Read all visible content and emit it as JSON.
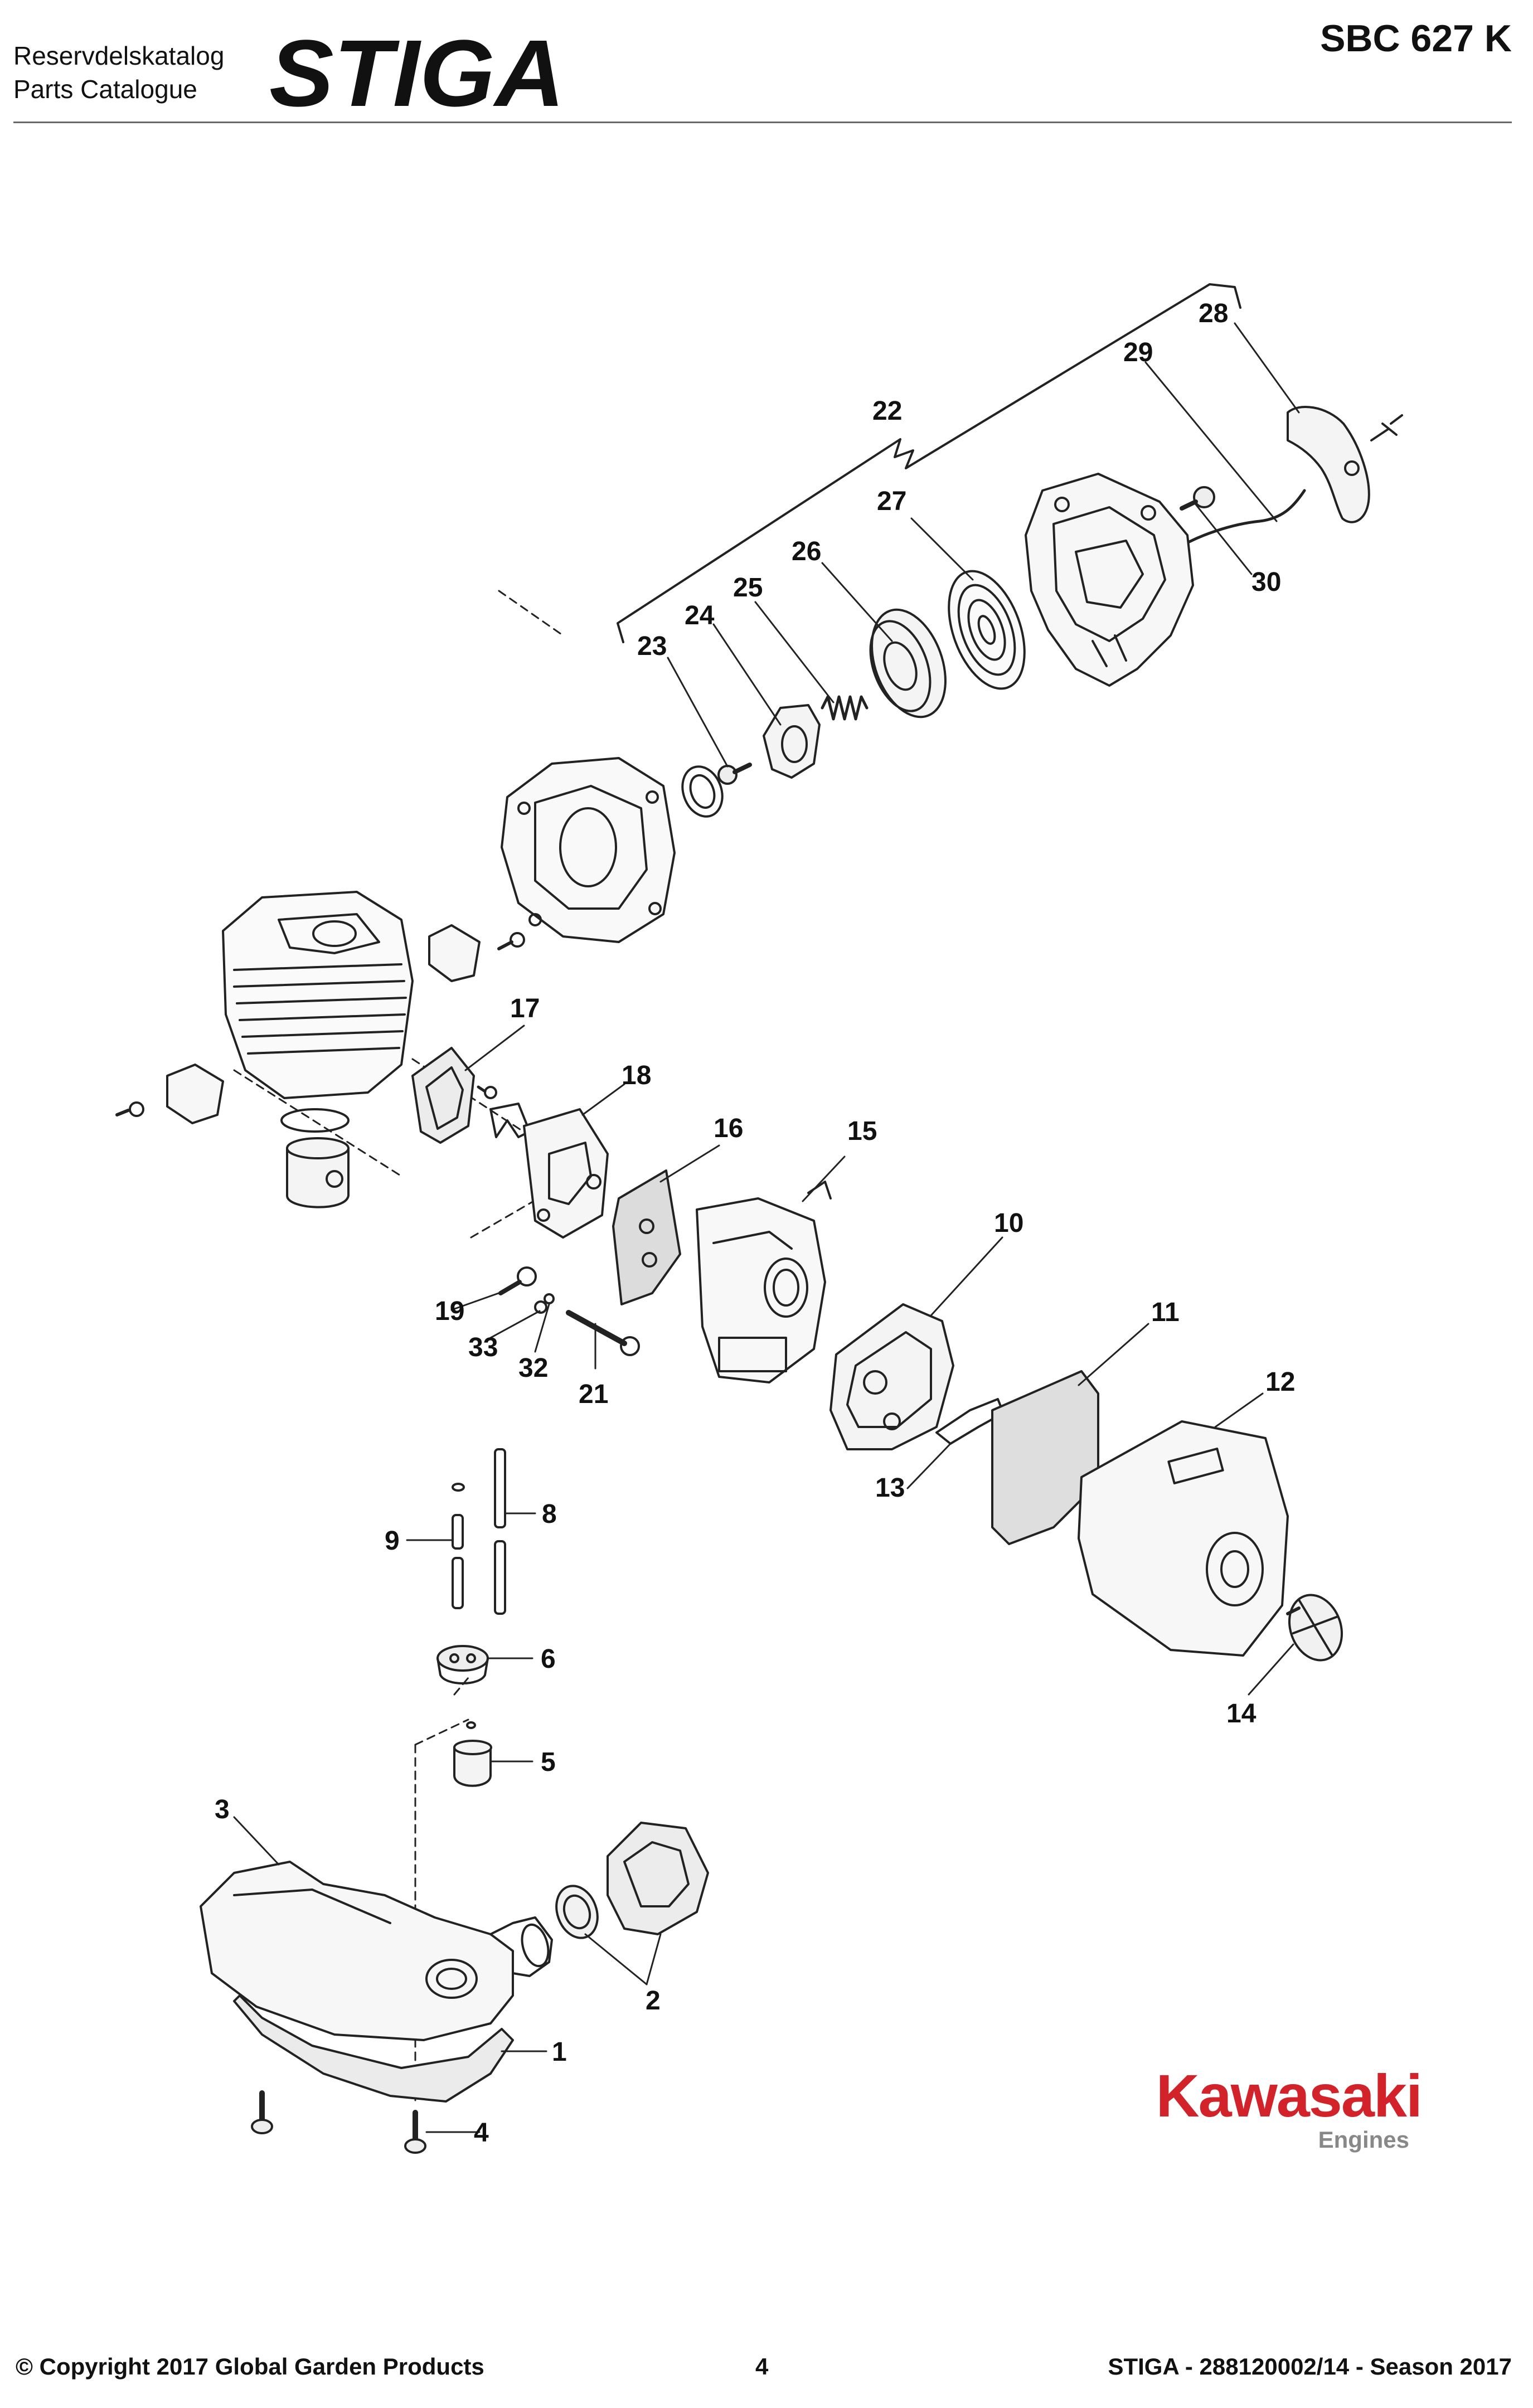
{
  "header": {
    "title_line1": "Reservdelskatalog",
    "title_line2": "Parts Catalogue",
    "brand": "STIGA",
    "model": "SBC 627 K"
  },
  "callouts": {
    "c1": "1",
    "c2": "2",
    "c3": "3",
    "c4": "4",
    "c5": "5",
    "c6": "6",
    "c8": "8",
    "c9": "9",
    "c10": "10",
    "c11": "11",
    "c12": "12",
    "c13": "13",
    "c14": "14",
    "c15": "15",
    "c16": "16",
    "c17": "17",
    "c18": "18",
    "c19": "19",
    "c21": "21",
    "c22": "22",
    "c23": "23",
    "c24": "24",
    "c25": "25",
    "c26": "26",
    "c27": "27",
    "c28": "28",
    "c29": "29",
    "c30": "30",
    "c32": "32",
    "c33": "33"
  },
  "engine_brand": {
    "name": "Kawasaki",
    "sub": "Engines",
    "color": "#d2232a"
  },
  "footer": {
    "copyright": "© Copyright 2017 Global Garden Products",
    "page": "4",
    "doc_ref": "STIGA - 288120002/14 - Season 2017"
  }
}
